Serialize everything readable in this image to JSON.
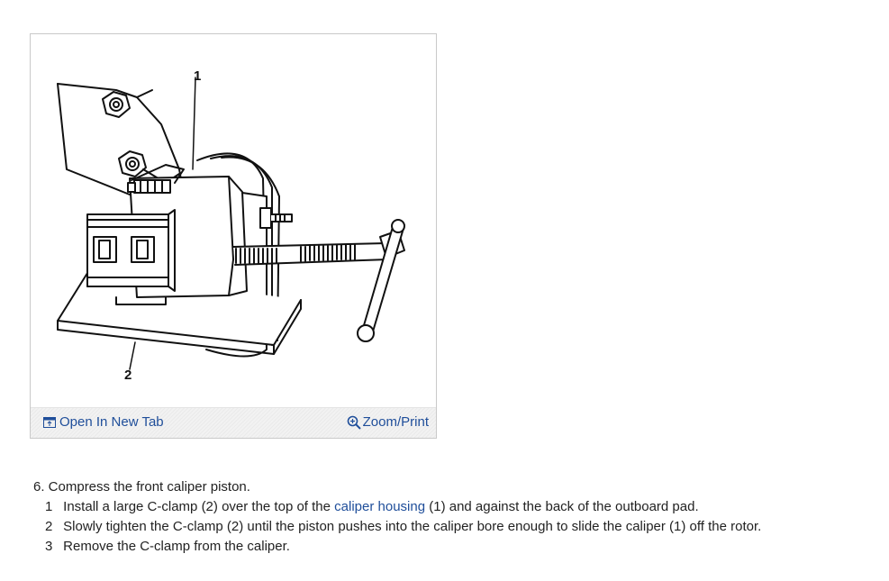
{
  "figure": {
    "callouts": {
      "c1": "1",
      "c2": "2"
    },
    "toolbar": {
      "open_label": "Open In New Tab",
      "open_icon": "open-new-tab-icon",
      "zoom_label": "Zoom/Print",
      "zoom_icon": "magnifier-icon",
      "link_color": "#1f4e9a"
    }
  },
  "instructions": {
    "step": "6. Compress the front caliper piston.",
    "substeps": [
      {
        "num": "1",
        "pre": "Install a large C-clamp (2) over the top of the ",
        "link": "caliper housing",
        "post": " (1) and against the back of the outboard pad."
      },
      {
        "num": "2",
        "text": "Slowly tighten the C-clamp (2) until the piston pushes into the caliper bore enough to slide the caliper (1) off the rotor."
      },
      {
        "num": "3",
        "text": "Remove the C-clamp from the caliper."
      }
    ]
  }
}
